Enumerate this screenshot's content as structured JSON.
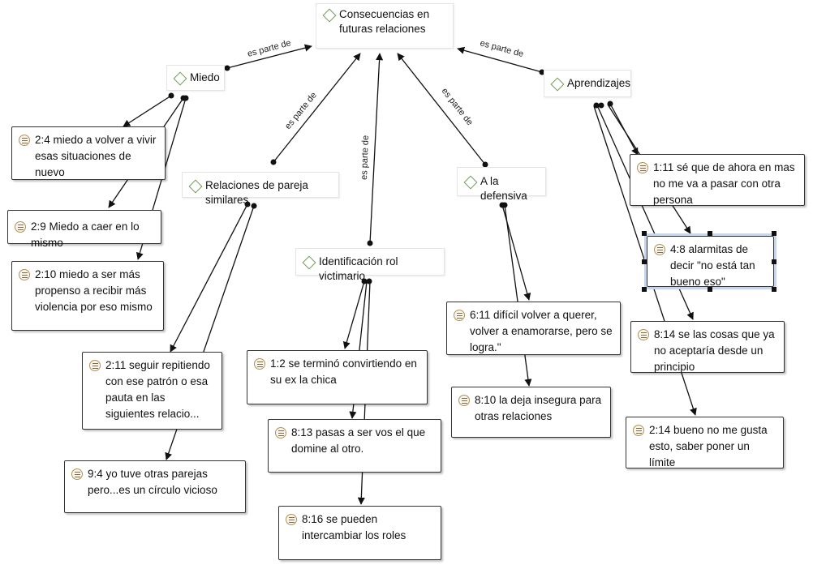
{
  "codes": {
    "root": "Consecuencias en futuras relaciones",
    "miedo": "Miedo",
    "aprendizajes": "Aprendizajes",
    "relaciones": "Relaciones de pareja similares",
    "identificacion": "Identificación rol victimario",
    "defensiva": "A la defensiva"
  },
  "relation_label": "es parte de",
  "quotes": {
    "q24": "2:4 miedo a volver a vivir esas situaciones de nuevo",
    "q29": "2:9 Miedo a caer en lo mismo",
    "q210": "2:10 miedo a ser más propenso a recibir más violencia por eso mismo",
    "q211": "2:11 seguir repitiendo con ese patrón o esa pauta en las siguientes relacio...",
    "q94": "9:4 yo tuve otras parejas pero...es un círculo vicioso",
    "q12": "1:2 se terminó convirtiendo en su ex la chica",
    "q813": "8:13 pasas a ser vos el que domine al otro.",
    "q816": "8:16 se pueden intercambiar los roles",
    "q611": "6:11 difícil volver a querer, volver a enamorarse, pero se logra.\"",
    "q810": "8:10 la deja insegura para otras relaciones",
    "q111": "1:11 sé que de ahora en mas no me va a pasar con otra persona",
    "q48": "4:8 alarmitas de decir \"no está tan bueno eso\"",
    "q814": "8:14 se las cosas que ya no aceptaría desde un principio",
    "q214": "2:14 bueno no me gusta esto, saber poner un límite"
  }
}
